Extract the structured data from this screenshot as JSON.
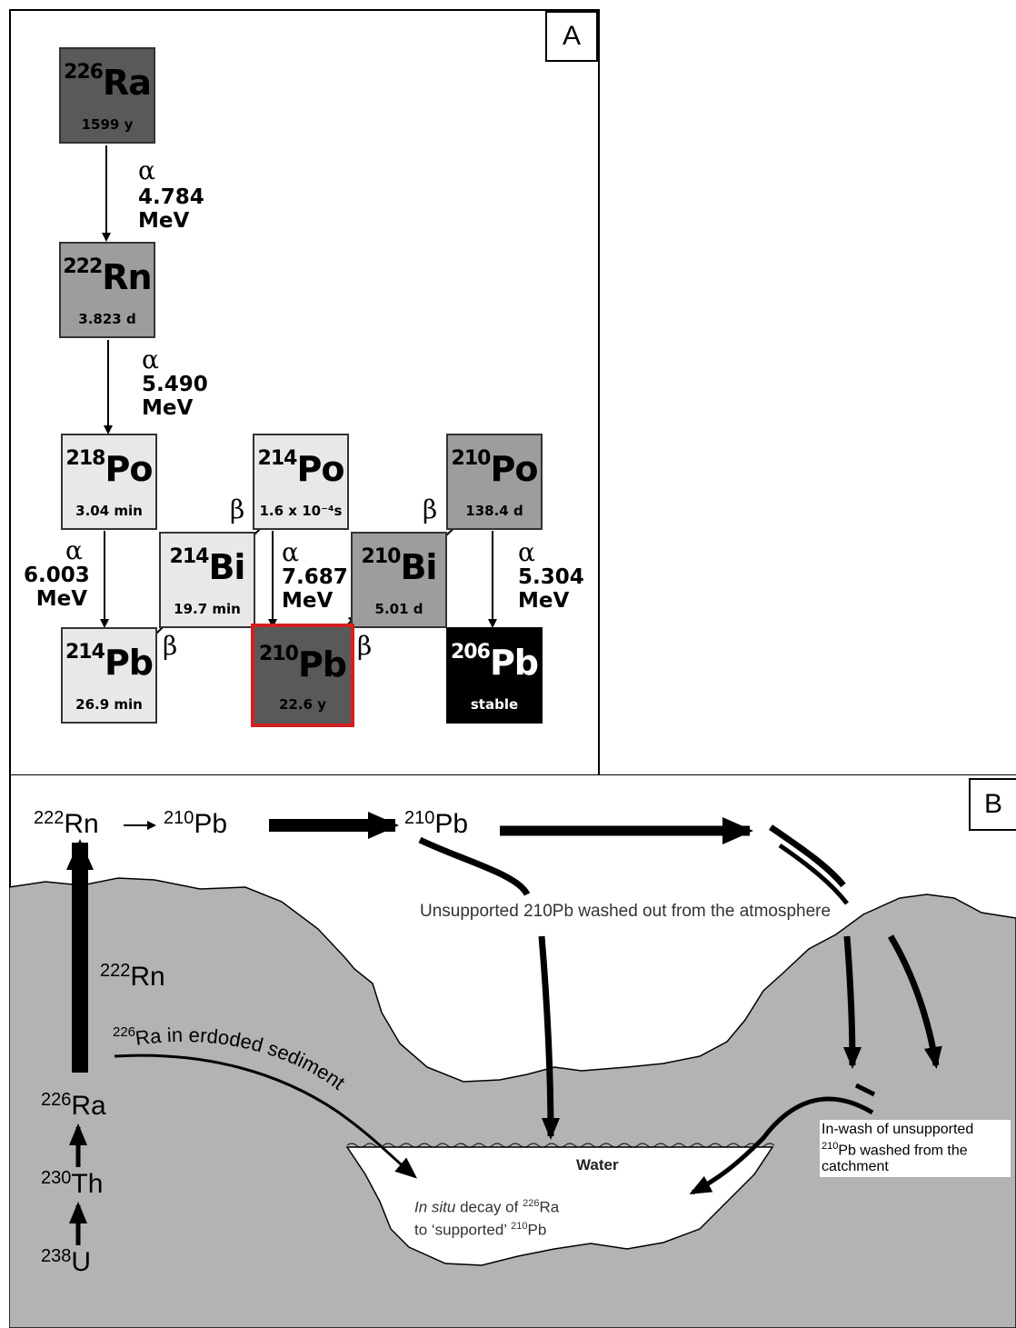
{
  "panel_a": {
    "label": "A",
    "nuclides": [
      {
        "mass": "226",
        "symbol": "Ra",
        "half_life": "1599 y"
      },
      {
        "mass": "222",
        "symbol": "Rn",
        "half_life": "3.823 d"
      },
      {
        "mass": "218",
        "symbol": "Po",
        "half_life": "3.04 min"
      },
      {
        "mass": "214",
        "symbol": "Po",
        "half_life": "1.6 x 10⁻⁴s"
      },
      {
        "mass": "210",
        "symbol": "Po",
        "half_life": "138.4 d"
      },
      {
        "mass": "214",
        "symbol": "Bi",
        "half_life": "19.7 min"
      },
      {
        "mass": "210",
        "symbol": "Bi",
        "half_life": "5.01 d"
      },
      {
        "mass": "214",
        "symbol": "Pb",
        "half_life": "26.9 min"
      },
      {
        "mass": "210",
        "symbol": "Pb",
        "half_life": "22.6 y"
      },
      {
        "mass": "206",
        "symbol": "Pb",
        "half_life": "stable"
      }
    ],
    "decays": [
      {
        "greek": "α",
        "energy": "4.784",
        "unit": "MeV"
      },
      {
        "greek": "α",
        "energy": "5.490",
        "unit": "MeV"
      },
      {
        "greek": "α",
        "energy": "6.003",
        "unit": "MeV"
      },
      {
        "greek": "α",
        "energy": "7.687",
        "unit": "MeV"
      },
      {
        "greek": "α",
        "energy": "5.304",
        "unit": "MeV"
      }
    ],
    "beta_symbol": "β",
    "highlight_color": "#d42020"
  },
  "panel_b": {
    "label": "B",
    "top_rn": {
      "mass": "222",
      "symbol": "Rn"
    },
    "top_pb": {
      "mass": "210",
      "symbol": "Pb"
    },
    "mid_pb": {
      "mass": "210",
      "symbol": "Pb"
    },
    "side_rn": {
      "mass": "222",
      "symbol": "Rn"
    },
    "chain": [
      {
        "mass": "226",
        "symbol": "Ra"
      },
      {
        "mass": "230",
        "symbol": "Th"
      },
      {
        "mass": "238",
        "symbol": "U"
      }
    ],
    "atmosphere_text": "Unsupported 210Pb washed out from the atmosphere",
    "sediment_label": {
      "mass": "226",
      "text": "Ra in erdoded sediment"
    },
    "water_label": "Water",
    "insitu_line1_italic": "In situ",
    "insitu_line1_rest": " decay of ",
    "insitu_ra_mass": "226",
    "insitu_ra": "Ra",
    "insitu_line2": "to ‘supported’ ",
    "insitu_pb_mass": "210",
    "insitu_pb": "Pb",
    "inwash_line1": "In-wash of unsupported",
    "inwash_pb_mass": "210",
    "inwash_line2": "Pb washed from the",
    "inwash_line3": "catchment",
    "ground_color": "#b3b3b3"
  }
}
